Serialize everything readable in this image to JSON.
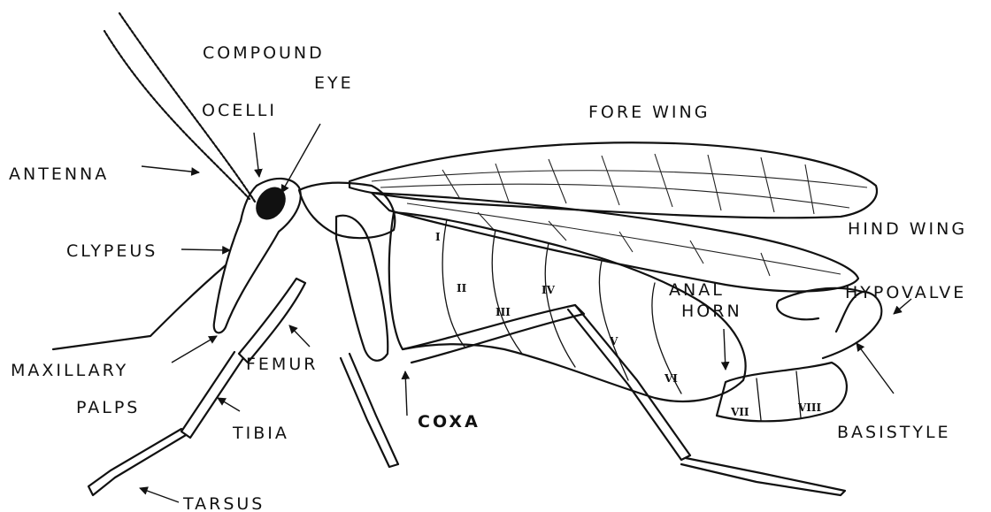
{
  "labels": {
    "compound": "COMPOUND",
    "eye": "EYE",
    "ocelli": "OCELLI",
    "fore_wing": "FORE WING",
    "antenna": "ANTENNA",
    "hind_wing": "HIND WING",
    "clypeus": "CLYPEUS",
    "anal": "ANAL",
    "horn": "HORN",
    "hypovalve": "HYPOVALVE",
    "maxillary": "MAXILLARY",
    "palps": "PALPS",
    "femur": "FEMUR",
    "coxa": "COXA",
    "tibia": "TIBIA",
    "basistyle": "BASISTYLE",
    "tarsus": "TARSUS"
  },
  "segments": {
    "s1": "I",
    "s2": "II",
    "s3": "III",
    "s4": "IV",
    "s5": "V",
    "s6": "VI",
    "s7": "VII",
    "s8": "VIII"
  }
}
